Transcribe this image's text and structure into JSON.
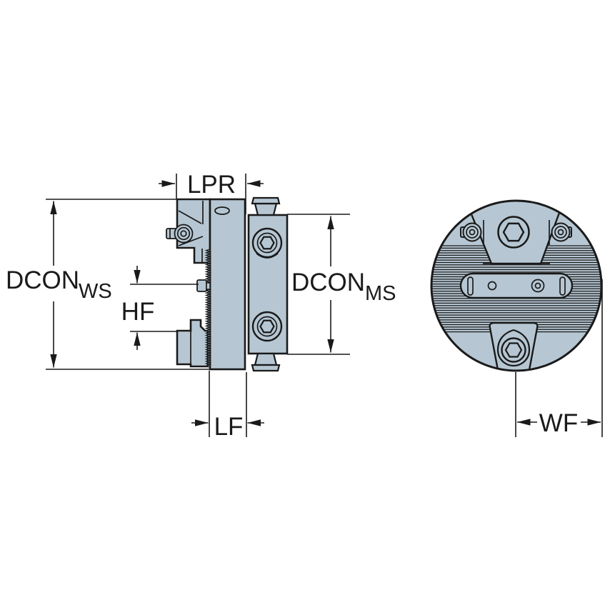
{
  "drawing": {
    "colors": {
      "background": "#ffffff",
      "line": "#1a1a1a",
      "part_fill": "#b6c7d3"
    },
    "dimensions": {
      "lpr": {
        "label": "LPR"
      },
      "dcon_ws": {
        "label": "DCON",
        "subscript": "WS"
      },
      "hf": {
        "label": "HF"
      },
      "lf": {
        "label": "LF"
      },
      "dcon_ms": {
        "label": "DCON",
        "subscript": "MS"
      },
      "wf": {
        "label": "WF"
      }
    }
  }
}
